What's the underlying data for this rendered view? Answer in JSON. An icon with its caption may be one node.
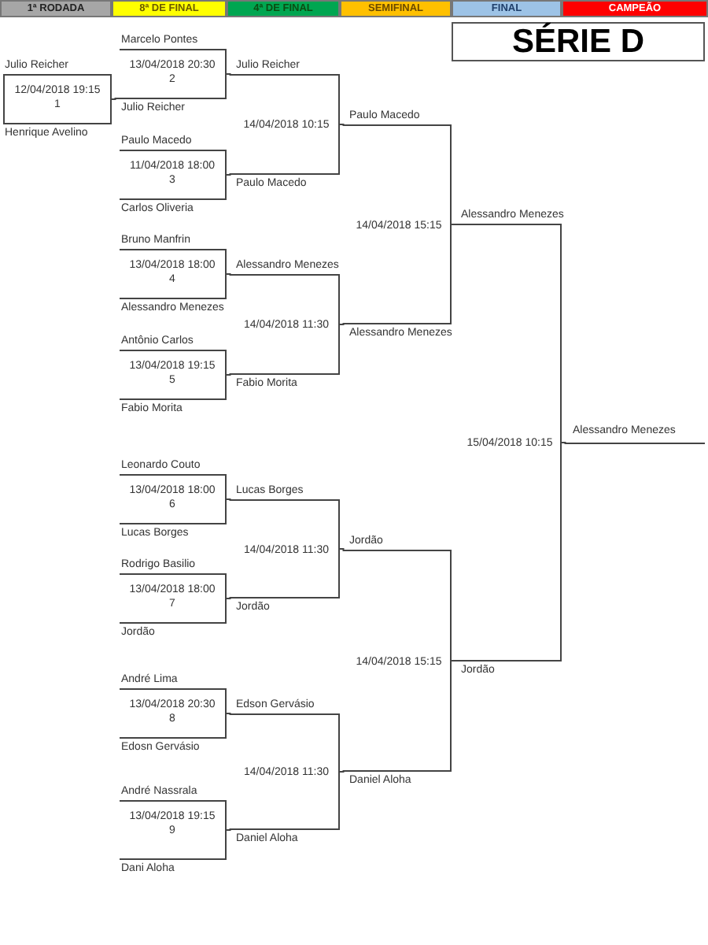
{
  "diagram": {
    "title": "SÉRIE D",
    "nodes": [
      {
        "text": [
          "1ª RODADA"
        ]
      },
      {
        "text": [
          "8ª DE FINAL"
        ]
      },
      {
        "text": [
          "4ª DE FINAL"
        ]
      },
      {
        "text": [
          "SEMIFINAL"
        ]
      },
      {
        "text": [
          "FINAL"
        ]
      },
      {
        "text": [
          "CAMPEÃO"
        ]
      },
      {
        "text": [
          "12/04/2018 19:15",
          "1"
        ],
        "beside": [
          "Julio Reicher",
          "Henrique Avelino"
        ]
      },
      {
        "text": [
          "13/04/2018 20:30",
          "2"
        ],
        "beside": [
          "Marcelo Pontes",
          "Julio Reicher"
        ]
      },
      {
        "text": [
          "11/04/2018 18:00",
          "3"
        ],
        "beside": [
          "Paulo Macedo",
          "Carlos Oliveria"
        ]
      },
      {
        "text": [
          "13/04/2018 18:00",
          "4"
        ],
        "beside": [
          "Bruno Manfrin",
          "Alessandro Menezes"
        ]
      },
      {
        "text": [
          "13/04/2018 19:15",
          "5"
        ],
        "beside": [
          "Antônio Carlos",
          "Fabio Morita"
        ]
      },
      {
        "text": [
          "13/04/2018 18:00",
          "6"
        ],
        "beside": [
          "Leonardo Couto",
          "Lucas Borges"
        ]
      },
      {
        "text": [
          "13/04/2018 18:00",
          "7"
        ],
        "beside": [
          "Rodrigo Basilio",
          "Jordão"
        ]
      },
      {
        "text": [
          "13/04/2018 20:30",
          "8"
        ],
        "beside": [
          "André Lima",
          "Edosn Gervásio"
        ]
      },
      {
        "text": [
          "13/04/2018 19:15",
          "9"
        ],
        "beside": [
          "André Nassrala",
          "Dani Aloha"
        ]
      },
      {
        "text": [
          "14/04/2018 10:15"
        ],
        "beside": [
          "Julio Reicher",
          "Paulo Macedo"
        ]
      },
      {
        "text": [
          "14/04/2018 11:30"
        ],
        "beside": [
          "Alessandro Menezes",
          "Fabio Morita"
        ]
      },
      {
        "text": [
          "14/04/2018 11:30"
        ],
        "beside": [
          "Lucas Borges",
          "Jordão"
        ]
      },
      {
        "text": [
          "14/04/2018 11:30"
        ],
        "beside": [
          "Edson Gervásio",
          "Daniel Aloha"
        ]
      },
      {
        "text": [
          "14/04/2018 15:15"
        ],
        "beside": [
          "Paulo Macedo",
          "Alessandro Menezes"
        ]
      },
      {
        "text": [
          "14/04/2018 15:15"
        ],
        "beside": [
          "Jordão",
          "Daniel Aloha"
        ]
      },
      {
        "text": [
          "15/04/2018 10:15"
        ],
        "beside": [
          "Alessandro Menezes",
          "Jordão"
        ]
      },
      {
        "text": [
          "Alessandro Menezes"
        ]
      }
    ],
    "edges": [
      {
        "from": 6,
        "to": 7,
        "arrow": "none"
      },
      {
        "from": 7,
        "to": 15,
        "arrow": "none"
      },
      {
        "from": 8,
        "to": 15,
        "arrow": "none"
      },
      {
        "from": 9,
        "to": 16,
        "arrow": "none"
      },
      {
        "from": 10,
        "to": 16,
        "arrow": "none"
      },
      {
        "from": 11,
        "to": 17,
        "arrow": "none"
      },
      {
        "from": 12,
        "to": 17,
        "arrow": "none"
      },
      {
        "from": 13,
        "to": 18,
        "arrow": "none"
      },
      {
        "from": 14,
        "to": 18,
        "arrow": "none"
      },
      {
        "from": 15,
        "to": 19,
        "arrow": "none"
      },
      {
        "from": 16,
        "to": 19,
        "arrow": "none"
      },
      {
        "from": 17,
        "to": 20,
        "arrow": "none"
      },
      {
        "from": 18,
        "to": 20,
        "arrow": "none"
      },
      {
        "from": 19,
        "to": 21,
        "arrow": "none"
      },
      {
        "from": 20,
        "to": 21,
        "arrow": "none"
      },
      {
        "from": 21,
        "to": 22,
        "arrow": "none"
      }
    ]
  }
}
